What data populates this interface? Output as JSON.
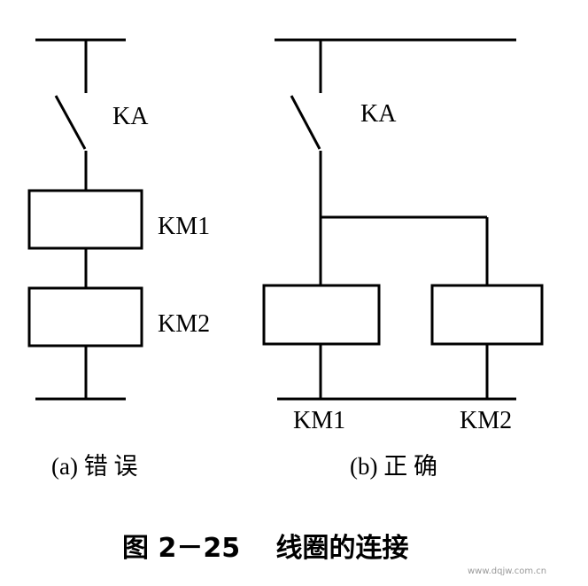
{
  "diagram_a": {
    "switch_label": "KA",
    "coil1_label": "KM1",
    "coil2_label": "KM2",
    "caption": "(a) 错 误"
  },
  "diagram_b": {
    "switch_label": "KA",
    "coil1_label": "KM1",
    "coil2_label": "KM2",
    "caption": "(b) 正 确"
  },
  "figure_title": "图 2－25　 线圈的连接",
  "watermark": "www.dqjw.com.cn"
}
